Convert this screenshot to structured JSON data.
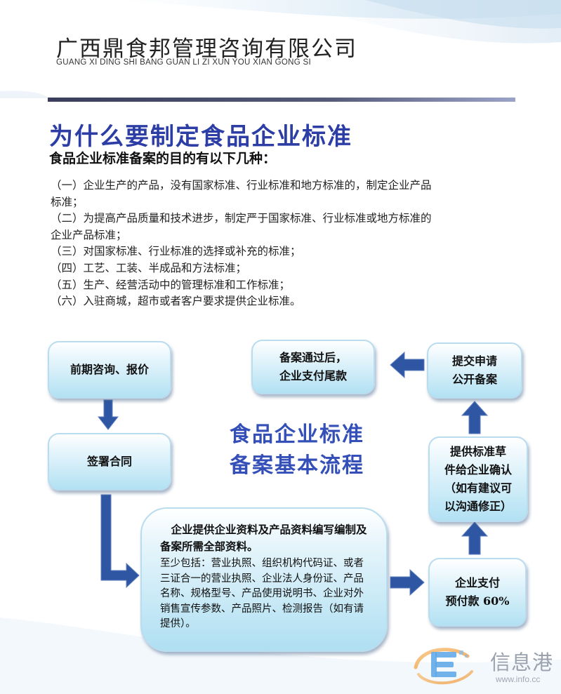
{
  "header": {
    "company_name_cn": "广西鼎食邦管理咨询有限公司",
    "company_name_en": "GUANG XI DING SHI BANG GUAN LI ZI XUN YOU XIAN GONG SI"
  },
  "intro": {
    "title": "为什么要制定食品企业标准",
    "subtitle": "食品企业标准备案的目的有以下几种：",
    "purposes": [
      "（一）企业生产的产品，没有国家标准、行业标准和地方标准的，制定企业产品",
      "标准；",
      "（二）为提高产品质量和技术进步，制定严于国家标准、行业标准或地方标准的",
      "企业产品标准；",
      "（三）对国家标准、行业标准的选择或补充的标准；",
      "（四）工艺、工装、半成品和方法标准；",
      "（五）生产、经营活动中的管理标准和工作标准；",
      "（六）入驻商城，超市或者客户要求提供企业标准。"
    ]
  },
  "flow": {
    "title": "食品企业标准\n备案基本流程",
    "steps": {
      "consult": "前期咨询、报价",
      "contract": "签署合同",
      "materials_title": "企业提供企业资料及产品资料编写编制及备案所需全部资料。",
      "materials_detail": "至少包括：营业执照、组织机构代码证、或者三证合一的营业执照、企业法人身份证、产品名称、规格型号、产品使用说明书、企业对外销售宣传参数、产品照片、检测报告（如有请提供）。",
      "prepay": "企业支付\n预付款 60%",
      "draft": "提供标准草\n件给企业确认\n（如有建议可\n以沟通修正）",
      "submit": "提交申请\n公开备案",
      "final_payment": "备案通过后，\n企业支付尾款"
    }
  },
  "watermark": {
    "name": "信息港",
    "url": "www.info.cc"
  },
  "colors": {
    "heading_blue": "#2c3ea6",
    "flow_title_blue": "#3450b8",
    "arrow_blue": "#2f56a2",
    "box_fill": "#b2e1f3"
  }
}
